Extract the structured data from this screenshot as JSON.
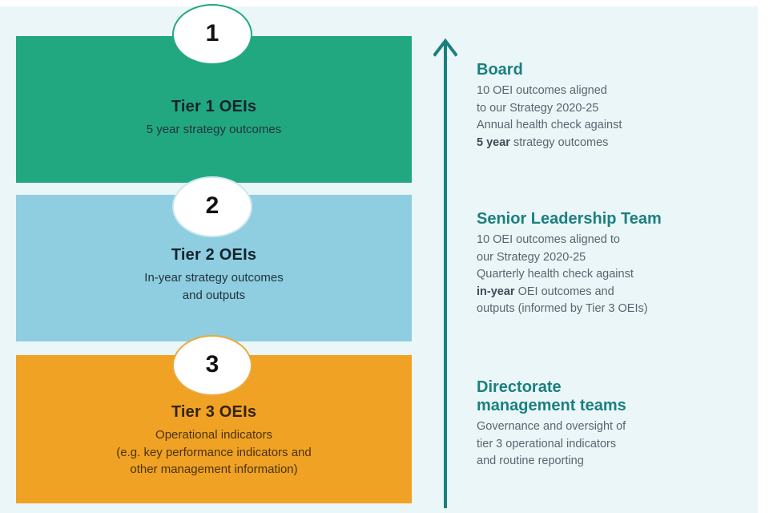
{
  "background": {
    "page_color": "#eaf6f7",
    "outer_color": "#ffffff"
  },
  "tiers": [
    {
      "badge": "1",
      "title": "Tier 1 OEIs",
      "subtitle": "5 year strategy outcomes",
      "color": "#22a881",
      "badge_ring": "#22a881"
    },
    {
      "badge": "2",
      "title": "Tier 2 OEIs",
      "subtitle_line_1": "In-year strategy outcomes",
      "subtitle_line_2": "and outputs",
      "color": "#8ecee0",
      "badge_ring": "#cfe7ef"
    },
    {
      "badge": "3",
      "title": "Tier 3 OEIs",
      "subtitle_line_1": "Operational indicators",
      "subtitle_line_2": "(e.g. key performance indicators and",
      "subtitle_line_3": "other management information)",
      "color": "#f0a225",
      "badge_ring": "#eaa93e"
    }
  ],
  "arrow": {
    "color": "#1b7f7f",
    "direction": "up"
  },
  "notes": [
    {
      "heading": "Board",
      "line_1": "10 OEI outcomes aligned",
      "line_2": "to our Strategy 2020-25",
      "line_3": "Annual health check against",
      "line_4_bold": "5 year",
      "line_4_rest": " strategy outcomes"
    },
    {
      "heading": "Senior Leadership Team",
      "line_1": "10 OEI outcomes aligned to",
      "line_2": "our Strategy 2020-25",
      "line_3": "Quarterly health check against",
      "line_4_bold": "in-year",
      "line_4_rest": " OEI outcomes and",
      "line_5": "outputs (informed by Tier 3 OEIs)"
    },
    {
      "heading_line_1": "Directorate",
      "heading_line_2": "management teams",
      "line_1": "Governance and oversight of",
      "line_2": "tier 3 operational indicators",
      "line_3": "and routine reporting"
    }
  ],
  "theme": {
    "heading_color": "#1b7f7f",
    "body_color": "#5a6570",
    "tier_title_color": "#15232b"
  }
}
